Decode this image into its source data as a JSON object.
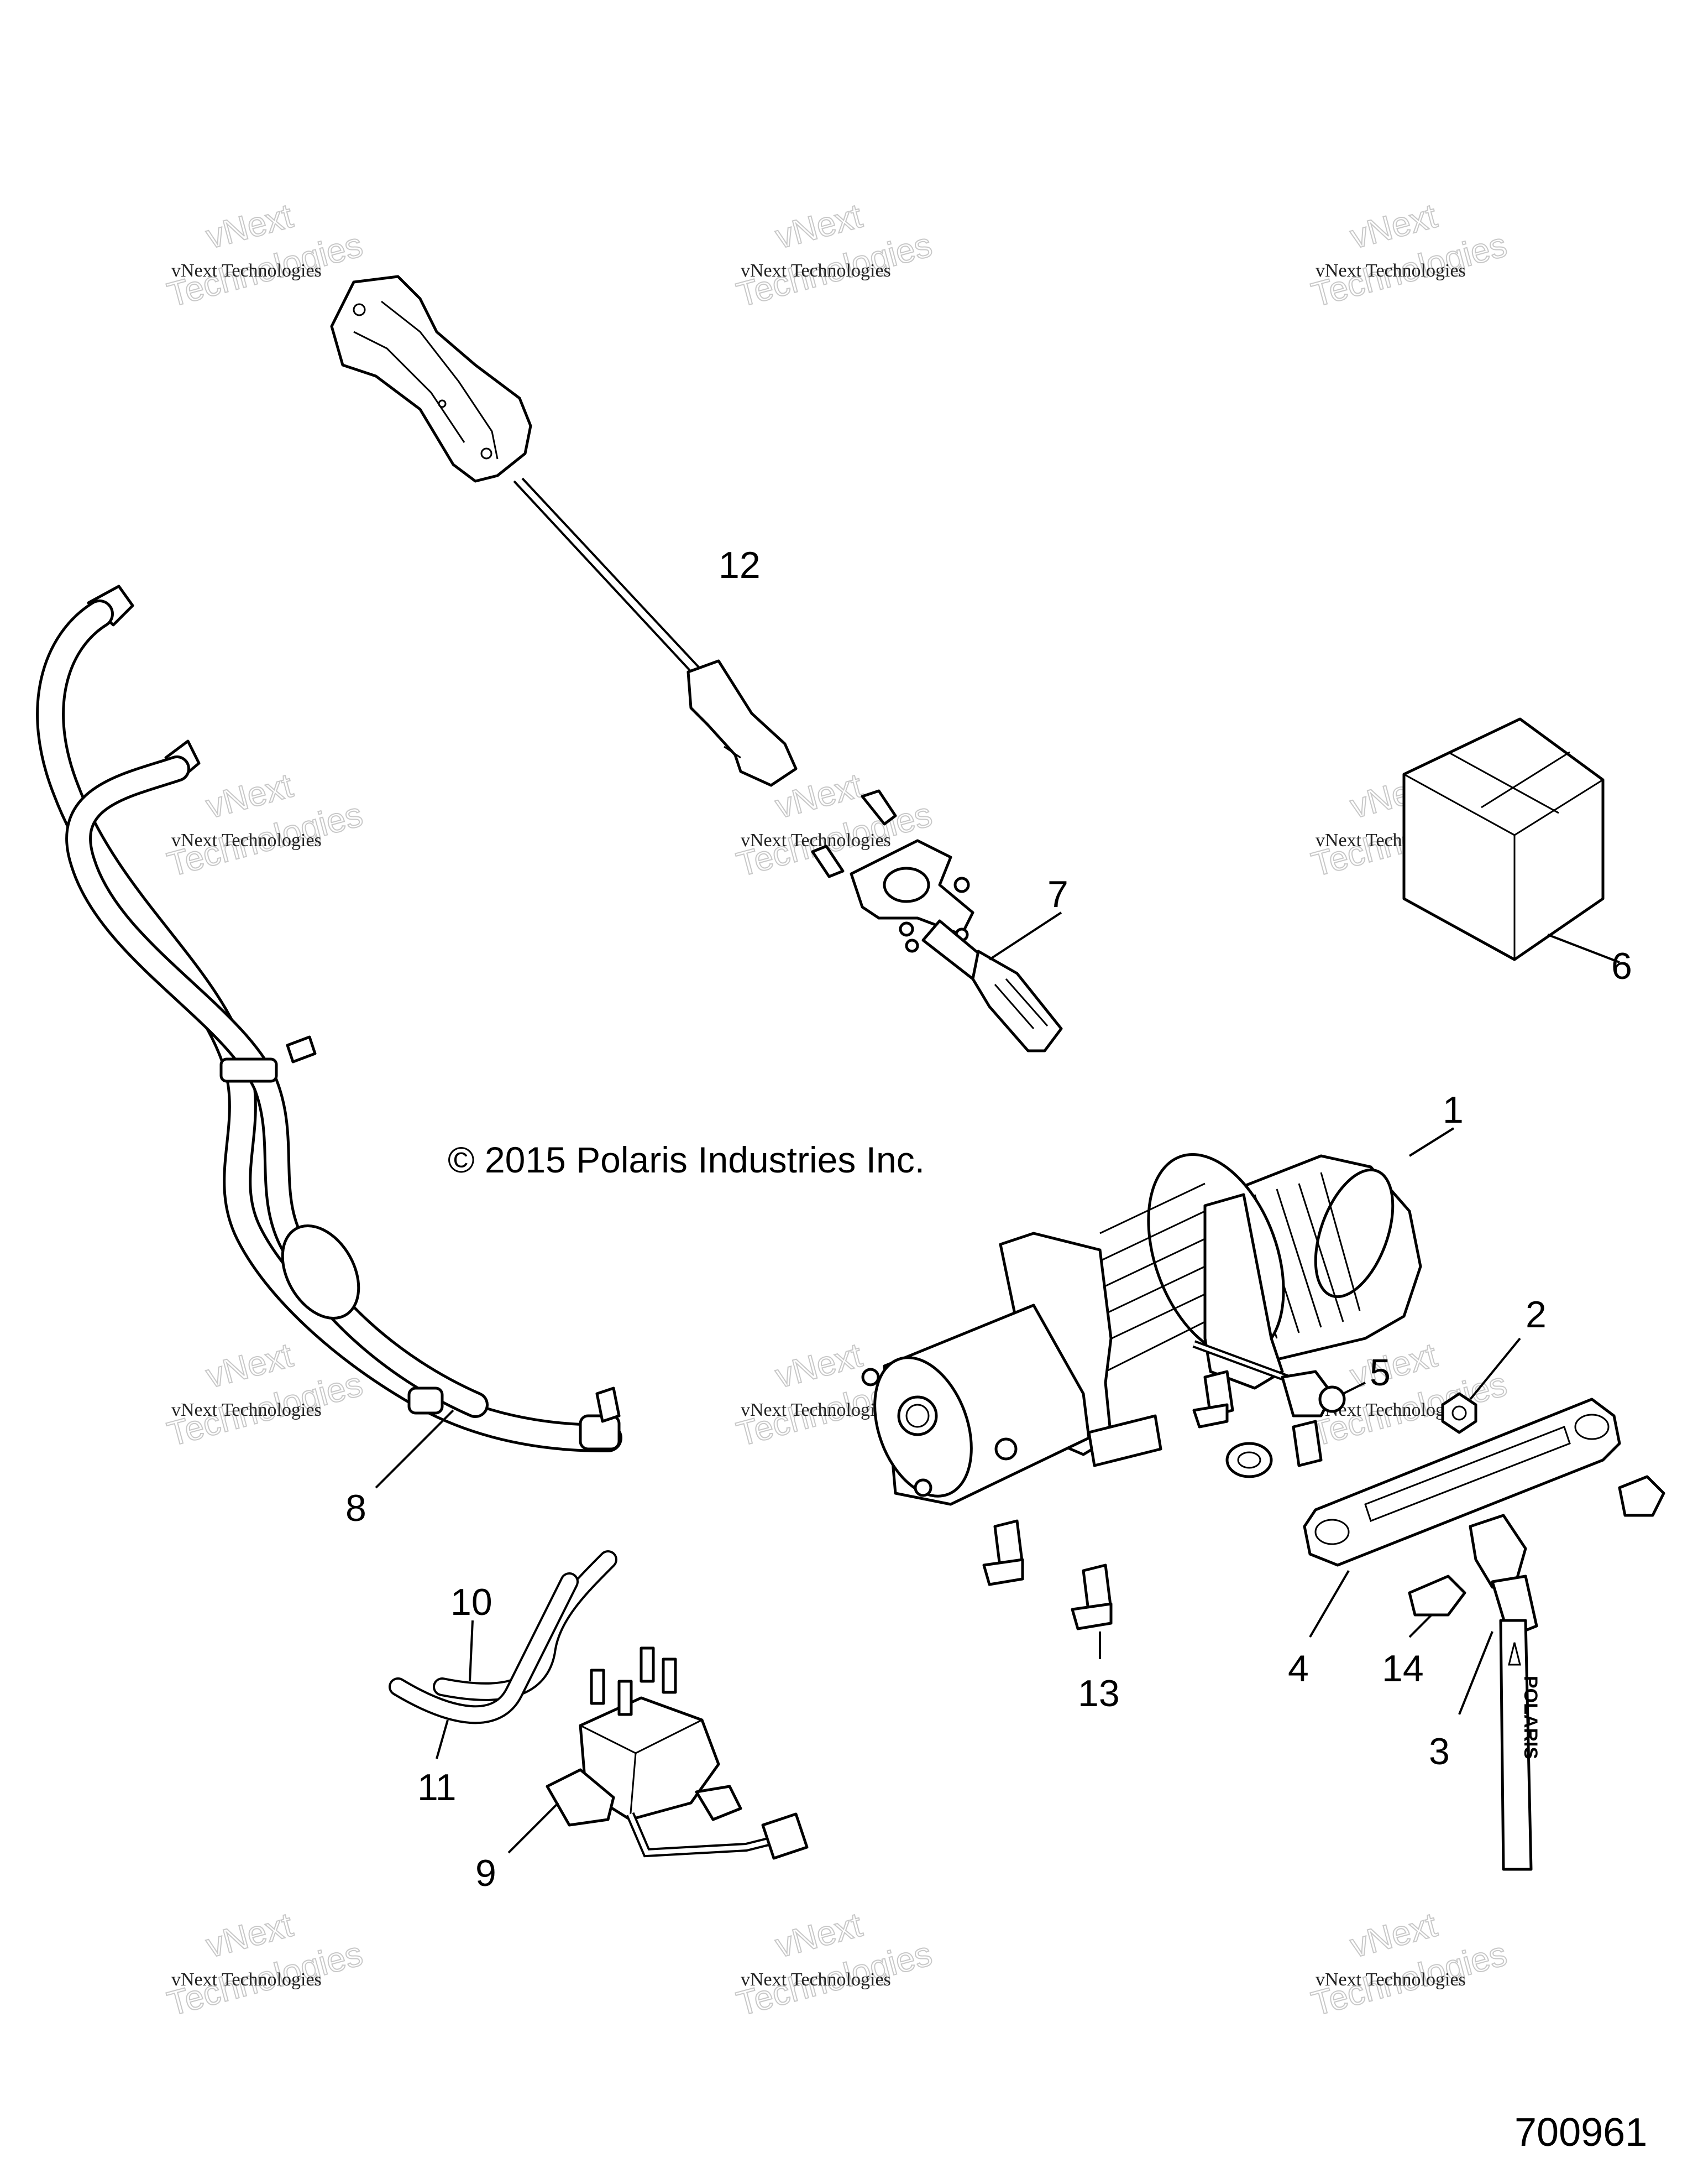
{
  "copyright": "© 2015 Polaris Industries Inc.",
  "diagram_number": "700961",
  "watermark": {
    "line1": "vNext Technologies",
    "line2": "vNext",
    "line3": "Technologies"
  },
  "strap_brand": "POLARIS",
  "callouts": [
    "1",
    "2",
    "3",
    "4",
    "5",
    "6",
    "7",
    "8",
    "9",
    "10",
    "11",
    "12",
    "13",
    "14"
  ],
  "parts": [
    {
      "ref": "1",
      "icon": "winch-assembly-icon"
    },
    {
      "ref": "2",
      "icon": "nut-icon"
    },
    {
      "ref": "3",
      "icon": "strap-hook-icon"
    },
    {
      "ref": "4",
      "icon": "fairlead-icon"
    },
    {
      "ref": "5",
      "icon": "cable-lug-icon"
    },
    {
      "ref": "6",
      "icon": "box-icon"
    },
    {
      "ref": "7",
      "icon": "switch-mount-icon"
    },
    {
      "ref": "8",
      "icon": "wire-harness-icon"
    },
    {
      "ref": "9",
      "icon": "contactor-icon"
    },
    {
      "ref": "10",
      "icon": "cable-icon"
    },
    {
      "ref": "11",
      "icon": "cable-icon"
    },
    {
      "ref": "12",
      "icon": "remote-switch-icon"
    },
    {
      "ref": "13",
      "icon": "bolt-icon"
    },
    {
      "ref": "14",
      "icon": "screw-icon"
    }
  ]
}
